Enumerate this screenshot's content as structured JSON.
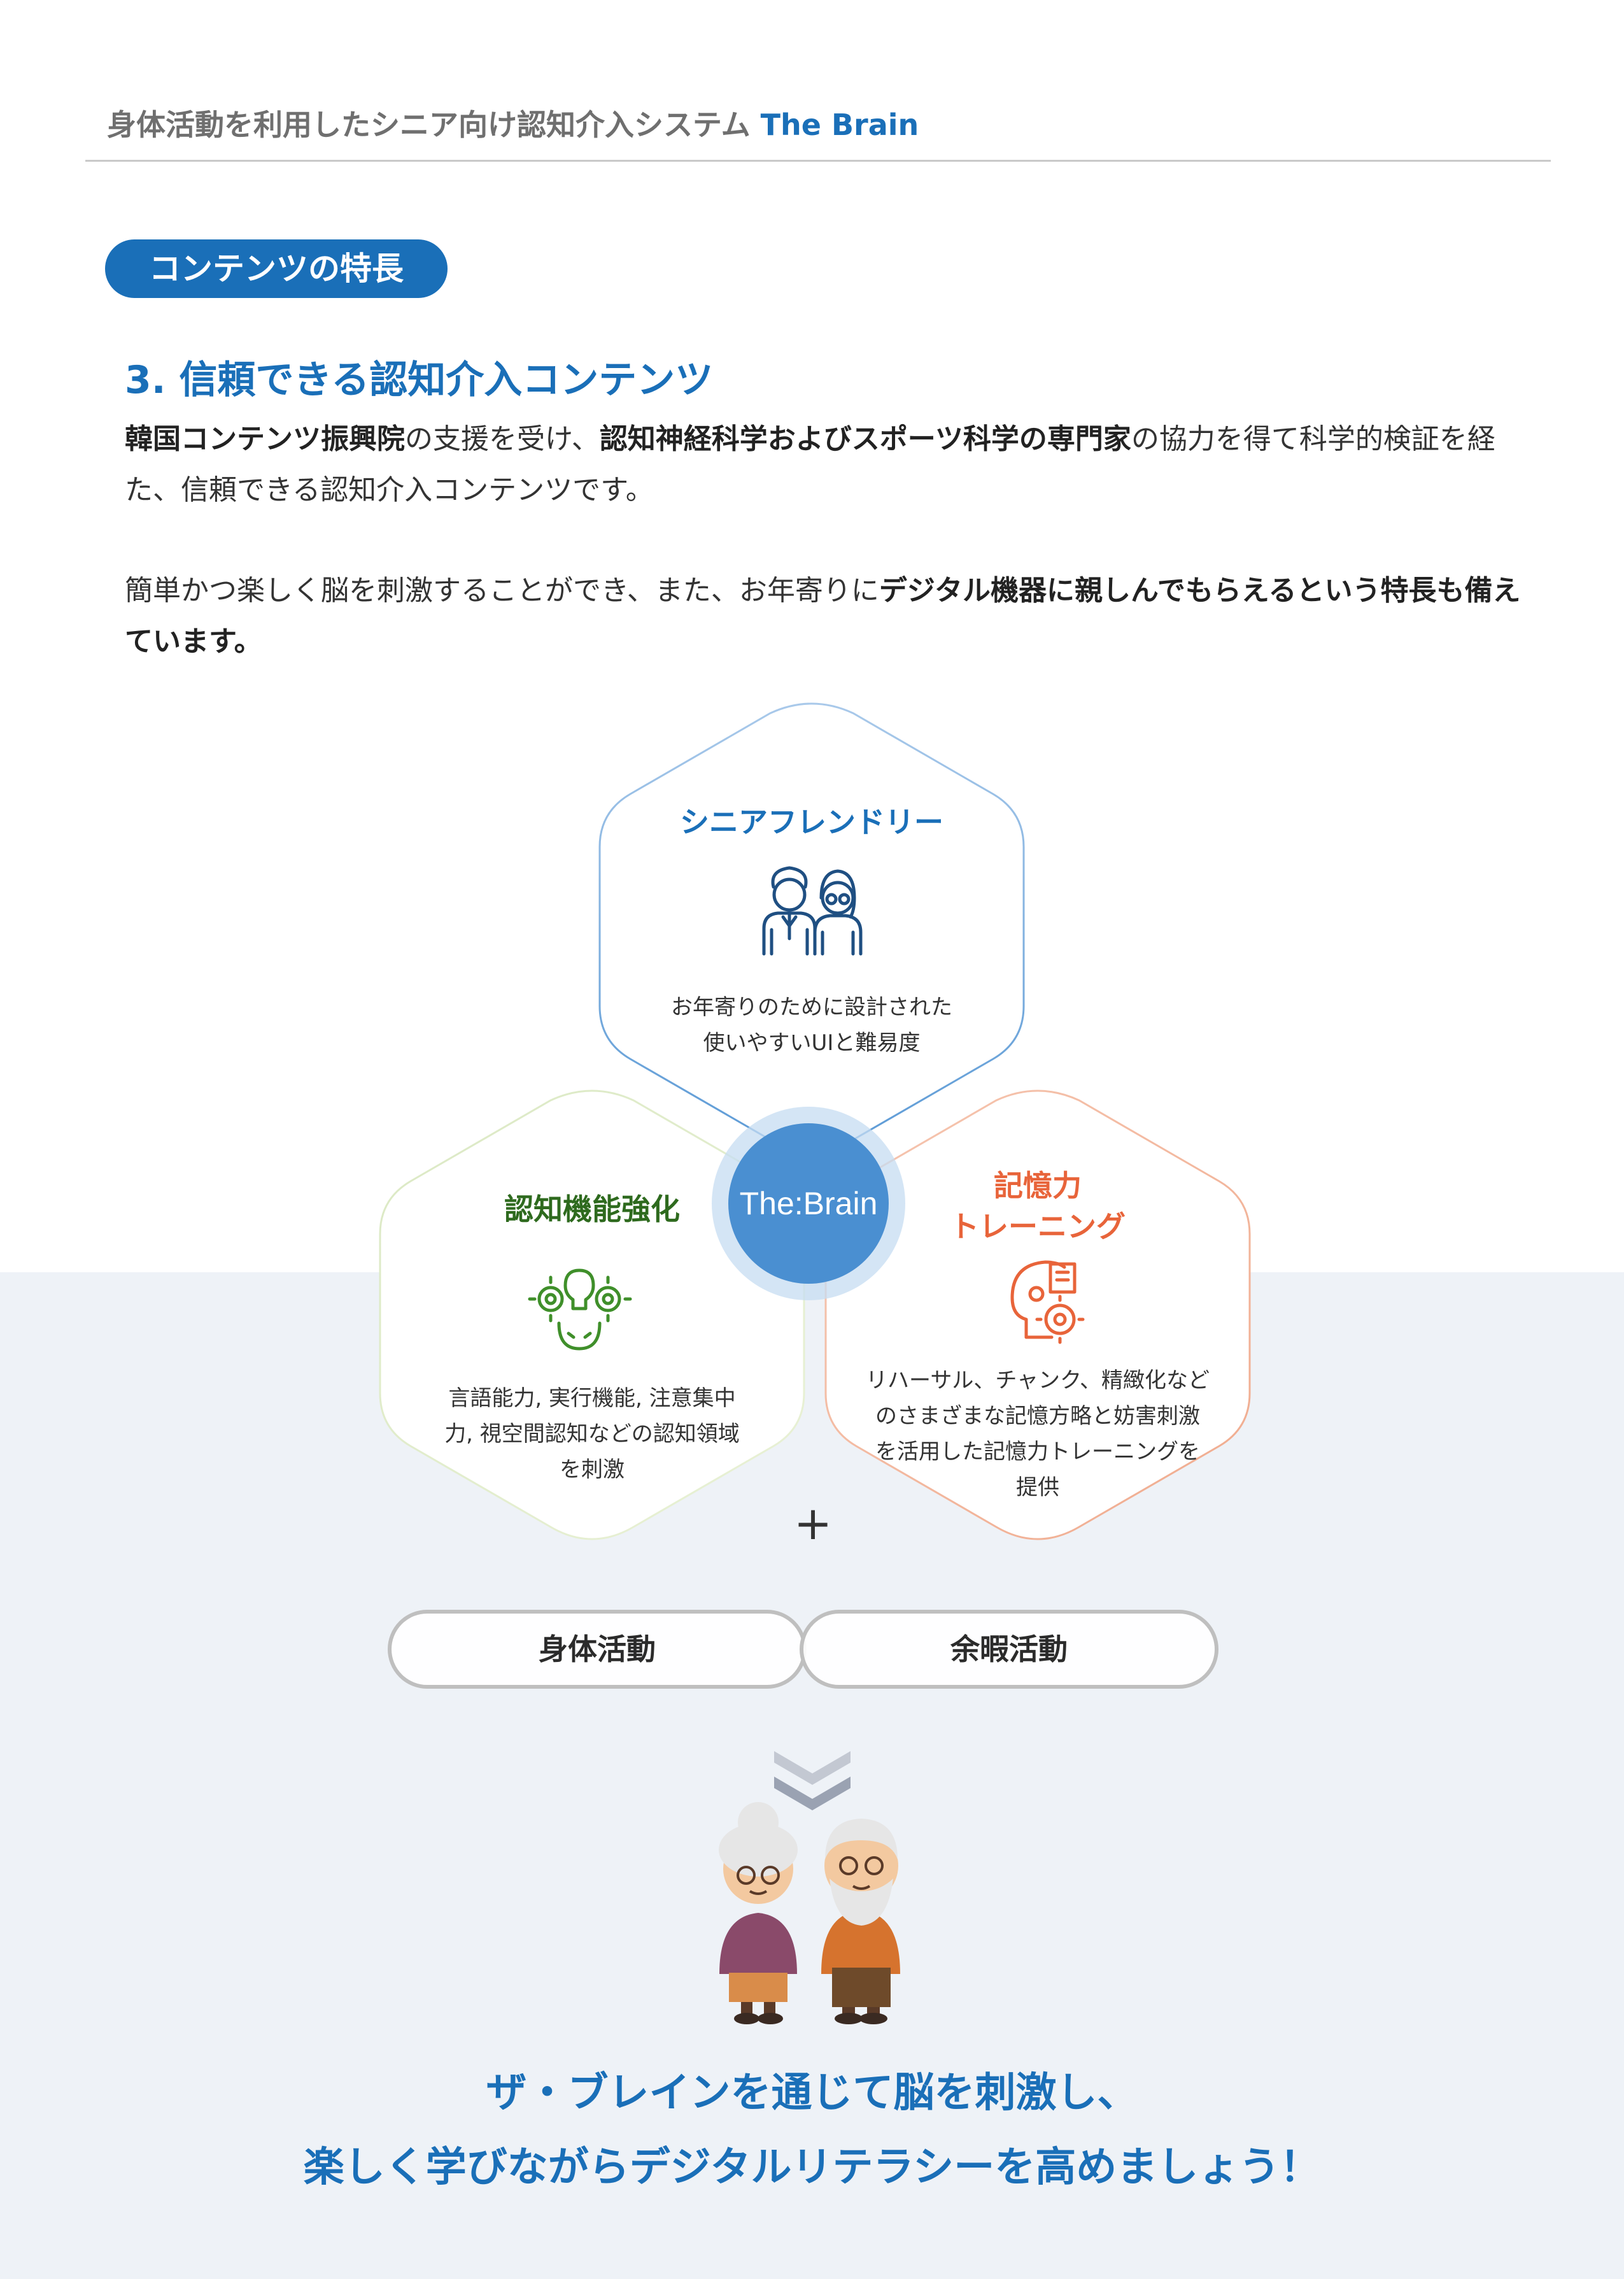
{
  "header": {
    "title": "身体活動を利用したシニア向け認知介入システム",
    "brand": "The Brain"
  },
  "section_label": "コンテンツの特長",
  "heading": "3. 信頼できる認知介入コンテンツ",
  "paragraph1": {
    "b1": "韓国コンテンツ振興院",
    "t1": "の支援を受け、",
    "b2": "認知神経科学およびスポーツ科学の専門家",
    "t2": "の協力を得て科学的検証を経た、信頼できる認知介入コンテンツです。"
  },
  "paragraph2": {
    "t1": "簡単かつ楽しく脳を刺激することができ、また、お年寄りに",
    "b1": "デジタル機器に親しんでもらえるという特長も備えています。"
  },
  "hexagons": {
    "top": {
      "title": "シニアフレンドリー",
      "desc_line1": "お年寄りのために設計された",
      "desc_line2": "使いやすいUIと難易度"
    },
    "left": {
      "title": "認知機能強化",
      "desc_line1": "言語能力, 実行機能, 注意集中",
      "desc_line2": "力, 視空間認知などの認知領域",
      "desc_line3": "を刺激"
    },
    "right": {
      "title_line1": "記憶力",
      "title_line2": "トレーニング",
      "desc_line1": "リハーサル、チャンク、精緻化など",
      "desc_line2": "のさまざまな記憶方略と妨害刺激",
      "desc_line3": "を活用した記憶力トレーニングを",
      "desc_line4": "提供"
    }
  },
  "center_logo": "The:Brain",
  "plus": "+",
  "activities": [
    "身体活動",
    "余暇活動"
  ],
  "closing": {
    "line1": "ザ・ブレインを通じて脳を刺激し、",
    "line2": "楽しく学びながらデジタルリテラシーを高めましょう！"
  },
  "colors": {
    "primary_blue": "#1a6fb8",
    "green": "#2e7d1e",
    "orange": "#e8643a",
    "hex_blue_border": "#8fb8e0",
    "hex_green_border": "#cfe3b8",
    "hex_orange_border": "#f2b9a1",
    "lower_background": "#eef2f7"
  },
  "icons": [
    "senior-couple-icon",
    "brain-gears-icon",
    "memory-gear-head-icon",
    "double-chevron-down-icon",
    "elderly-couple-illustration"
  ]
}
